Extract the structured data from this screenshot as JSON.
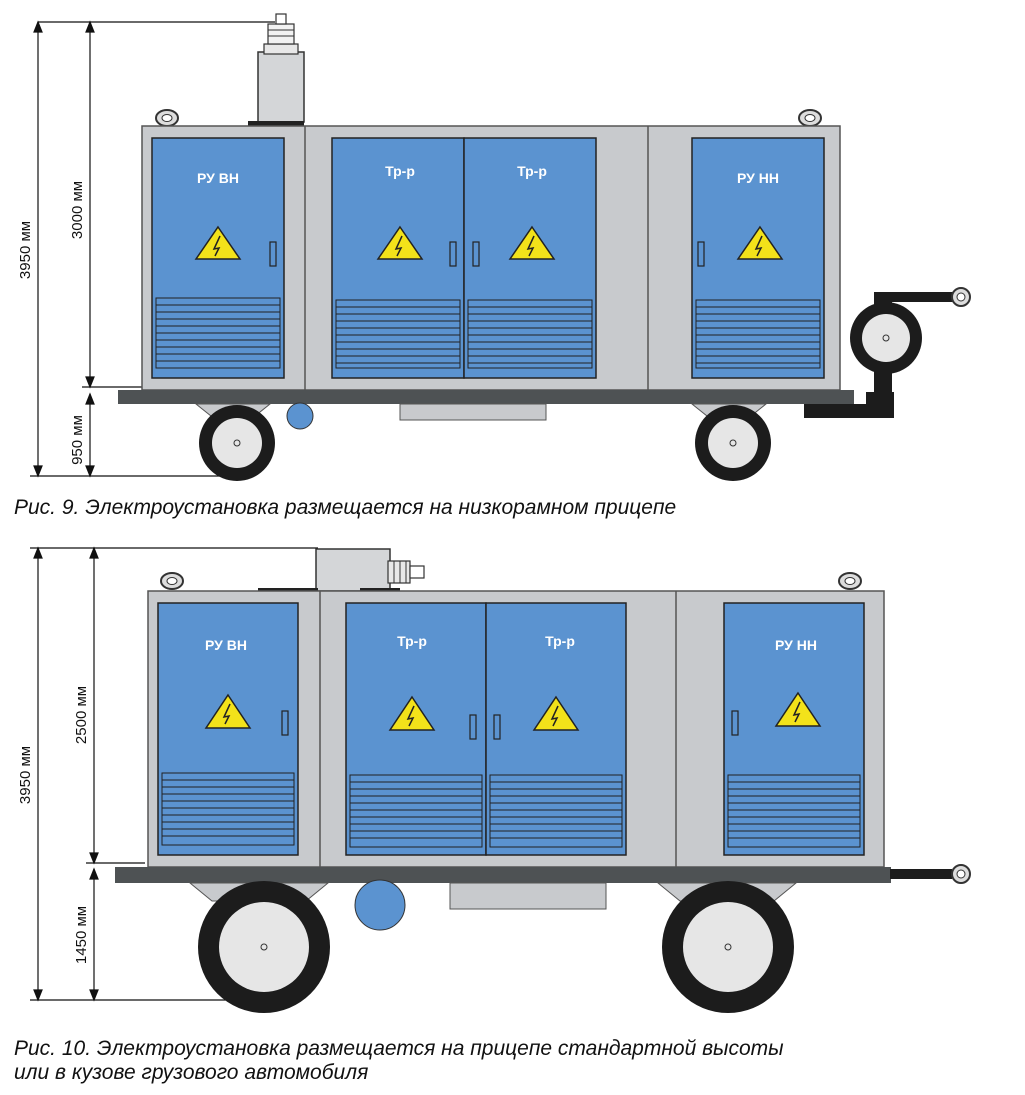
{
  "fig9": {
    "dims": {
      "total": "3950 мм",
      "body": "3000 мм",
      "base": "950 мм"
    },
    "labels": {
      "ru_vn": "РУ ВН",
      "tr1": "Тр-р",
      "tr2": "Тр-р",
      "ru_nn": "РУ НН"
    },
    "caption": "Рис. 9. Электроустановка размещается на низкорамном прицепе"
  },
  "fig10": {
    "dims": {
      "total": "3950 мм",
      "body": "2500 мм",
      "base": "1450 мм"
    },
    "labels": {
      "ru_vn": "РУ ВН",
      "tr1": "Тр-р",
      "tr2": "Тр-р",
      "ru_nn": "РУ НН"
    },
    "caption_line1": "Рис. 10. Электроустановка размещается на прицепе стандартной высоты",
    "caption_line2": "или в кузове грузового автомобиля"
  },
  "colors": {
    "door": "#5b93d0",
    "housing": "#c8cacd",
    "frame": "#4e5254",
    "tire": "#1c1c1c",
    "hub": "#e6e6e6",
    "warning": "#f3e21a"
  }
}
